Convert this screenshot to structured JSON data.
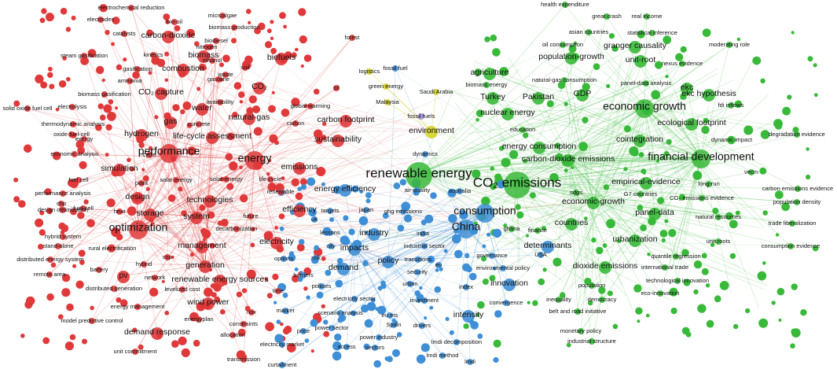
{
  "colors": {
    "red": "#e0393a",
    "green": "#39b939",
    "blue": "#3f8fd6",
    "yellow": "#d4d22c",
    "purple": "#a98be0"
  },
  "clusters": [
    {
      "id": "red",
      "color": "red"
    },
    {
      "id": "green",
      "color": "green"
    },
    {
      "id": "blue",
      "color": "blue"
    },
    {
      "id": "yellow",
      "color": "yellow"
    },
    {
      "id": "purple",
      "color": "purple"
    }
  ],
  "keywords": [
    {
      "label": "electrochemical reduction",
      "cluster": "red",
      "weight": 1
    },
    {
      "label": "electrodes",
      "cluster": "red",
      "weight": 1
    },
    {
      "label": "bio-oil",
      "cluster": "red",
      "weight": 1
    },
    {
      "label": "microalgae",
      "cluster": "red",
      "weight": 1
    },
    {
      "label": "catalysts",
      "cluster": "red",
      "weight": 1
    },
    {
      "label": "carbon-dioxide",
      "cluster": "red",
      "weight": 2
    },
    {
      "label": "biomass production",
      "cluster": "red",
      "weight": 1
    },
    {
      "label": "biodiesel",
      "cluster": "red",
      "weight": 1
    },
    {
      "label": "nitrogen",
      "cluster": "red",
      "weight": 1
    },
    {
      "label": "steam gasification",
      "cluster": "red",
      "weight": 1
    },
    {
      "label": "kinetics",
      "cluster": "red",
      "weight": 1
    },
    {
      "label": "ethanol",
      "cluster": "red",
      "weight": 1
    },
    {
      "label": "biofuels",
      "cluster": "red",
      "weight": 2
    },
    {
      "label": "gasification",
      "cluster": "red",
      "weight": 1
    },
    {
      "label": "combustion",
      "cluster": "red",
      "weight": 2
    },
    {
      "label": "soil",
      "cluster": "red",
      "weight": 1
    },
    {
      "label": "ammonia",
      "cluster": "red",
      "weight": 1
    },
    {
      "label": "waste",
      "cluster": "red",
      "weight": 1
    },
    {
      "label": "gasoline",
      "cluster": "red",
      "weight": 1
    },
    {
      "label": "biomass gasification",
      "cluster": "red",
      "weight": 1
    },
    {
      "label": "CO₂ capture",
      "cluster": "red",
      "weight": 2
    },
    {
      "label": "CO₂",
      "cluster": "red",
      "weight": 2
    },
    {
      "label": "biomass",
      "cluster": "red",
      "weight": 2
    },
    {
      "label": "oil",
      "cluster": "red",
      "weight": 1
    },
    {
      "label": "forest",
      "cluster": "red",
      "weight": 1
    },
    {
      "label": "solid oxide fuel cell",
      "cluster": "red",
      "weight": 1
    },
    {
      "label": "electrolysis",
      "cluster": "red",
      "weight": 1
    },
    {
      "label": "water",
      "cluster": "red",
      "weight": 2
    },
    {
      "label": "availability",
      "cluster": "red",
      "weight": 1
    },
    {
      "label": "global warming",
      "cluster": "red",
      "weight": 1
    },
    {
      "label": "gas",
      "cluster": "red",
      "weight": 2
    },
    {
      "label": "natural-gas",
      "cluster": "red",
      "weight": 2
    },
    {
      "label": "carbon footprint",
      "cluster": "red",
      "weight": 2
    },
    {
      "label": "thermodynamic analysis",
      "cluster": "red",
      "weight": 1
    },
    {
      "label": "concrete",
      "cluster": "red",
      "weight": 1
    },
    {
      "label": "carbon",
      "cluster": "red",
      "weight": 1
    },
    {
      "label": "oxide fuel-cell",
      "cluster": "red",
      "weight": 1
    },
    {
      "label": "hydrogen",
      "cluster": "red",
      "weight": 2
    },
    {
      "label": "life-cycle assessment",
      "cluster": "red",
      "weight": 2
    },
    {
      "label": "sustainability",
      "cluster": "red",
      "weight": 2
    },
    {
      "label": "exergy",
      "cluster": "red",
      "weight": 1
    },
    {
      "label": "economic analysis",
      "cluster": "red",
      "weight": 1
    },
    {
      "label": "cycle",
      "cluster": "red",
      "weight": 1
    },
    {
      "label": "performance",
      "cluster": "red",
      "weight": 3
    },
    {
      "label": "energy",
      "cluster": "red",
      "weight": 3
    },
    {
      "label": "emissions",
      "cluster": "red",
      "weight": 2
    },
    {
      "label": "simulation",
      "cluster": "red",
      "weight": 2
    },
    {
      "label": "fuel cell",
      "cluster": "red",
      "weight": 1
    },
    {
      "label": "plant",
      "cluster": "red",
      "weight": 1
    },
    {
      "label": "solar energy",
      "cluster": "red",
      "weight": 1
    },
    {
      "label": "solar-energy",
      "cluster": "red",
      "weight": 1
    },
    {
      "label": "life cycle",
      "cluster": "red",
      "weight": 1
    },
    {
      "label": "renewable",
      "cluster": "red",
      "weight": 1
    },
    {
      "label": "performance analysis",
      "cluster": "red",
      "weight": 1
    },
    {
      "label": "design",
      "cluster": "red",
      "weight": 2
    },
    {
      "label": "chp",
      "cluster": "red",
      "weight": 1
    },
    {
      "label": "design optimization",
      "cluster": "red",
      "weight": 1
    },
    {
      "label": "technologies",
      "cluster": "red",
      "weight": 2
    },
    {
      "label": "fuel-cell",
      "cluster": "red",
      "weight": 1
    },
    {
      "label": "heat",
      "cluster": "red",
      "weight": 1
    },
    {
      "label": "storage",
      "cluster": "red",
      "weight": 2
    },
    {
      "label": "system",
      "cluster": "red",
      "weight": 2
    },
    {
      "label": "efficiency",
      "cluster": "red",
      "weight": 2
    },
    {
      "label": "future",
      "cluster": "red",
      "weight": 1
    },
    {
      "label": "optimization",
      "cluster": "red",
      "weight": 3
    },
    {
      "label": "hybrid system",
      "cluster": "red",
      "weight": 1
    },
    {
      "label": "decarbonization",
      "cluster": "red",
      "weight": 1
    },
    {
      "label": "stand-alone",
      "cluster": "red",
      "weight": 1
    },
    {
      "label": "rural electrification",
      "cluster": "red",
      "weight": 1
    },
    {
      "label": "management",
      "cluster": "red",
      "weight": 2
    },
    {
      "label": "electricity",
      "cluster": "red",
      "weight": 2
    },
    {
      "label": "distributed energy system",
      "cluster": "red",
      "weight": 1
    },
    {
      "label": "hybrid",
      "cluster": "red",
      "weight": 1
    },
    {
      "label": "csp",
      "cluster": "red",
      "weight": 1
    },
    {
      "label": "generation",
      "cluster": "red",
      "weight": 2
    },
    {
      "label": "battery",
      "cluster": "red",
      "weight": 1
    },
    {
      "label": "remote area",
      "cluster": "red",
      "weight": 1
    },
    {
      "label": "pv",
      "cluster": "red",
      "weight": 2
    },
    {
      "label": "network",
      "cluster": "red",
      "weight": 1
    },
    {
      "label": "renewable energy sources",
      "cluster": "red",
      "weight": 2
    },
    {
      "label": "distributed generation",
      "cluster": "red",
      "weight": 1
    },
    {
      "label": "levelized cost",
      "cluster": "red",
      "weight": 1
    },
    {
      "label": "time",
      "cluster": "red",
      "weight": 1
    },
    {
      "label": "energy management",
      "cluster": "red",
      "weight": 1
    },
    {
      "label": "wind power",
      "cluster": "red",
      "weight": 2
    },
    {
      "label": "nox",
      "cluster": "red",
      "weight": 1
    },
    {
      "label": "model predictive control",
      "cluster": "red",
      "weight": 1
    },
    {
      "label": "energyplan",
      "cluster": "red",
      "weight": 1
    },
    {
      "label": "constraints",
      "cluster": "red",
      "weight": 1
    },
    {
      "label": "demand response",
      "cluster": "red",
      "weight": 2
    },
    {
      "label": "allocation",
      "cluster": "red",
      "weight": 1
    },
    {
      "label": "unit commitment",
      "cluster": "red",
      "weight": 1
    },
    {
      "label": "transmission",
      "cluster": "red",
      "weight": 1
    },
    {
      "label": "logistics",
      "cluster": "yellow",
      "weight": 1
    },
    {
      "label": "fossil fuel",
      "cluster": "blue",
      "weight": 1
    },
    {
      "label": "green energy",
      "cluster": "yellow",
      "weight": 1
    },
    {
      "label": "Saudi Arabia",
      "cluster": "yellow",
      "weight": 1
    },
    {
      "label": "Malaysia",
      "cluster": "yellow",
      "weight": 1
    },
    {
      "label": "fossil fuels",
      "cluster": "purple",
      "weight": 1
    },
    {
      "label": "environment",
      "cluster": "yellow",
      "weight": 2
    },
    {
      "label": "dynamics",
      "cluster": "blue",
      "weight": 1
    },
    {
      "label": "renewable energy",
      "cluster": "green",
      "weight": 4
    },
    {
      "label": "energy efficiency",
      "cluster": "blue",
      "weight": 2
    },
    {
      "label": "air-quality",
      "cluster": "blue",
      "weight": 1
    },
    {
      "label": "australia",
      "cluster": "blue",
      "weight": 1
    },
    {
      "label": "targets",
      "cluster": "blue",
      "weight": 1
    },
    {
      "label": "japan",
      "cluster": "blue",
      "weight": 1
    },
    {
      "label": "ghg emissions",
      "cluster": "blue",
      "weight": 1
    },
    {
      "label": "uk",
      "cluster": "blue",
      "weight": 1
    },
    {
      "label": "industry",
      "cluster": "blue",
      "weight": 2
    },
    {
      "label": "india",
      "cluster": "blue",
      "weight": 1
    },
    {
      "label": "lessons",
      "cluster": "blue",
      "weight": 1
    },
    {
      "label": "city",
      "cluster": "blue",
      "weight": 1
    },
    {
      "label": "impacts",
      "cluster": "blue",
      "weight": 2
    },
    {
      "label": "industrial sector",
      "cluster": "blue",
      "weight": 1
    },
    {
      "label": "options",
      "cluster": "blue",
      "weight": 1
    },
    {
      "label": "risk",
      "cluster": "blue",
      "weight": 1
    },
    {
      "label": "policy",
      "cluster": "blue",
      "weight": 2
    },
    {
      "label": "transitions",
      "cluster": "blue",
      "weight": 1
    },
    {
      "label": "barriers",
      "cluster": "blue",
      "weight": 1
    },
    {
      "label": "demand",
      "cluster": "blue",
      "weight": 2
    },
    {
      "label": "security",
      "cluster": "blue",
      "weight": 1
    },
    {
      "label": "eu",
      "cluster": "blue",
      "weight": 1
    },
    {
      "label": "urban",
      "cluster": "blue",
      "weight": 1
    },
    {
      "label": "policies",
      "cluster": "blue",
      "weight": 1
    },
    {
      "label": "electricity sector",
      "cluster": "blue",
      "weight": 1
    },
    {
      "label": "investment",
      "cluster": "blue",
      "weight": 1
    },
    {
      "label": "market",
      "cluster": "blue",
      "weight": 1
    },
    {
      "label": "scenario analysis",
      "cluster": "blue",
      "weight": 1
    },
    {
      "label": "eu ets",
      "cluster": "blue",
      "weight": 1
    },
    {
      "label": "price",
      "cluster": "blue",
      "weight": 1
    },
    {
      "label": "power sector",
      "cluster": "blue",
      "weight": 1
    },
    {
      "label": "Spain",
      "cluster": "blue",
      "weight": 1
    },
    {
      "label": "drivers",
      "cluster": "blue",
      "weight": 1
    },
    {
      "label": "power industry",
      "cluster": "blue",
      "weight": 1
    },
    {
      "label": "electricity market",
      "cluster": "blue",
      "weight": 1
    },
    {
      "label": "access",
      "cluster": "blue",
      "weight": 1
    },
    {
      "label": "sectors",
      "cluster": "blue",
      "weight": 1
    },
    {
      "label": "lmdi decomposition",
      "cluster": "blue",
      "weight": 1
    },
    {
      "label": "lmdi method",
      "cluster": "blue",
      "weight": 1
    },
    {
      "label": "lmdi",
      "cluster": "blue",
      "weight": 1
    },
    {
      "label": "curtailment",
      "cluster": "blue",
      "weight": 1
    },
    {
      "label": "intensity",
      "cluster": "blue",
      "weight": 2
    },
    {
      "label": "China",
      "cluster": "blue",
      "weight": 3
    },
    {
      "label": "consumption",
      "cluster": "blue",
      "weight": 3
    },
    {
      "label": "governance",
      "cluster": "blue",
      "weight": 1
    },
    {
      "label": "determinants",
      "cluster": "blue",
      "weight": 2
    },
    {
      "label": "USA",
      "cluster": "blue",
      "weight": 1
    },
    {
      "label": "environmental policy",
      "cluster": "blue",
      "weight": 1
    },
    {
      "label": "innovation",
      "cluster": "blue",
      "weight": 2
    },
    {
      "label": "index",
      "cluster": "blue",
      "weight": 1
    },
    {
      "label": "convergence",
      "cluster": "blue",
      "weight": 1
    },
    {
      "label": "health expenditure",
      "cluster": "green",
      "weight": 1
    },
    {
      "label": "great crash",
      "cluster": "green",
      "weight": 1
    },
    {
      "label": "real income",
      "cluster": "green",
      "weight": 1
    },
    {
      "label": "asian countries",
      "cluster": "green",
      "weight": 1
    },
    {
      "label": "statistical inference",
      "cluster": "green",
      "weight": 1
    },
    {
      "label": "oil consumption",
      "cluster": "green",
      "weight": 1
    },
    {
      "label": "granger causality",
      "cluster": "green",
      "weight": 2
    },
    {
      "label": "moderating role",
      "cluster": "green",
      "weight": 1
    },
    {
      "label": "population-growth",
      "cluster": "green",
      "weight": 2
    },
    {
      "label": "unit-root",
      "cluster": "green",
      "weight": 2
    },
    {
      "label": "nexus evidence",
      "cluster": "green",
      "weight": 1
    },
    {
      "label": "agriculture",
      "cluster": "green",
      "weight": 2
    },
    {
      "label": "biomass energy",
      "cluster": "green",
      "weight": 1
    },
    {
      "label": "natural-gas consumption",
      "cluster": "green",
      "weight": 1
    },
    {
      "label": "panel-data analysis",
      "cluster": "green",
      "weight": 1
    },
    {
      "label": "ekc",
      "cluster": "green",
      "weight": 2
    },
    {
      "label": "Turkey",
      "cluster": "green",
      "weight": 2
    },
    {
      "label": "Pakistan",
      "cluster": "green",
      "weight": 2
    },
    {
      "label": "GDP",
      "cluster": "green",
      "weight": 2
    },
    {
      "label": "ekc hypothesis",
      "cluster": "green",
      "weight": 2
    },
    {
      "label": "fdi inflows",
      "cluster": "green",
      "weight": 1
    },
    {
      "label": "nuclear energy",
      "cluster": "green",
      "weight": 2
    },
    {
      "label": "economic growth",
      "cluster": "green",
      "weight": 3
    },
    {
      "label": "ecological footprint",
      "cluster": "green",
      "weight": 2
    },
    {
      "label": "education",
      "cluster": "green",
      "weight": 1
    },
    {
      "label": "degradation evidence",
      "cluster": "green",
      "weight": 1
    },
    {
      "label": "dynamic impact",
      "cluster": "green",
      "weight": 1
    },
    {
      "label": "energy consumption",
      "cluster": "green",
      "weight": 2
    },
    {
      "label": "cointegration",
      "cluster": "green",
      "weight": 2
    },
    {
      "label": "carbon-dioxide emissions",
      "cluster": "green",
      "weight": 2
    },
    {
      "label": "financial development",
      "cluster": "green",
      "weight": 3
    },
    {
      "label": "vecm",
      "cluster": "green",
      "weight": 1
    },
    {
      "label": "CO₂ emissions",
      "cluster": "green",
      "weight": 4
    },
    {
      "label": "empirical-evidence",
      "cluster": "green",
      "weight": 2
    },
    {
      "label": "long-run",
      "cluster": "green",
      "weight": 1
    },
    {
      "label": "sdgs",
      "cluster": "green",
      "weight": 1
    },
    {
      "label": "G7 countries",
      "cluster": "green",
      "weight": 1
    },
    {
      "label": "carbon emissions evidence",
      "cluster": "green",
      "weight": 1
    },
    {
      "label": "economic-growth",
      "cluster": "green",
      "weight": 2
    },
    {
      "label": "CO₂ emissions evidence",
      "cluster": "green",
      "weight": 1
    },
    {
      "label": "population density",
      "cluster": "green",
      "weight": 1
    },
    {
      "label": "panel-data",
      "cluster": "green",
      "weight": 2
    },
    {
      "label": "natural resources",
      "cluster": "green",
      "weight": 1
    },
    {
      "label": "ghana",
      "cluster": "green",
      "weight": 1
    },
    {
      "label": "finance",
      "cluster": "green",
      "weight": 1
    },
    {
      "label": "countries",
      "cluster": "green",
      "weight": 2
    },
    {
      "label": "trade liberalization",
      "cluster": "green",
      "weight": 1
    },
    {
      "label": "urbanization",
      "cluster": "green",
      "weight": 2
    },
    {
      "label": "unit roots",
      "cluster": "green",
      "weight": 1
    },
    {
      "label": "consumption evidence",
      "cluster": "green",
      "weight": 1
    },
    {
      "label": "dioxide emissions",
      "cluster": "green",
      "weight": 2
    },
    {
      "label": "quantile regression",
      "cluster": "green",
      "weight": 1
    },
    {
      "label": "international trade",
      "cluster": "green",
      "weight": 1
    },
    {
      "label": "population",
      "cluster": "green",
      "weight": 1
    },
    {
      "label": "technological innovation",
      "cluster": "green",
      "weight": 1
    },
    {
      "label": "eco-innovation",
      "cluster": "green",
      "weight": 1
    },
    {
      "label": "inequality",
      "cluster": "green",
      "weight": 1
    },
    {
      "label": "democracy",
      "cluster": "green",
      "weight": 1
    },
    {
      "label": "belt and road initiative",
      "cluster": "green",
      "weight": 1
    },
    {
      "label": "monetary policy",
      "cluster": "green",
      "weight": 1
    },
    {
      "label": "industrial-structure",
      "cluster": "green",
      "weight": 1
    }
  ]
}
